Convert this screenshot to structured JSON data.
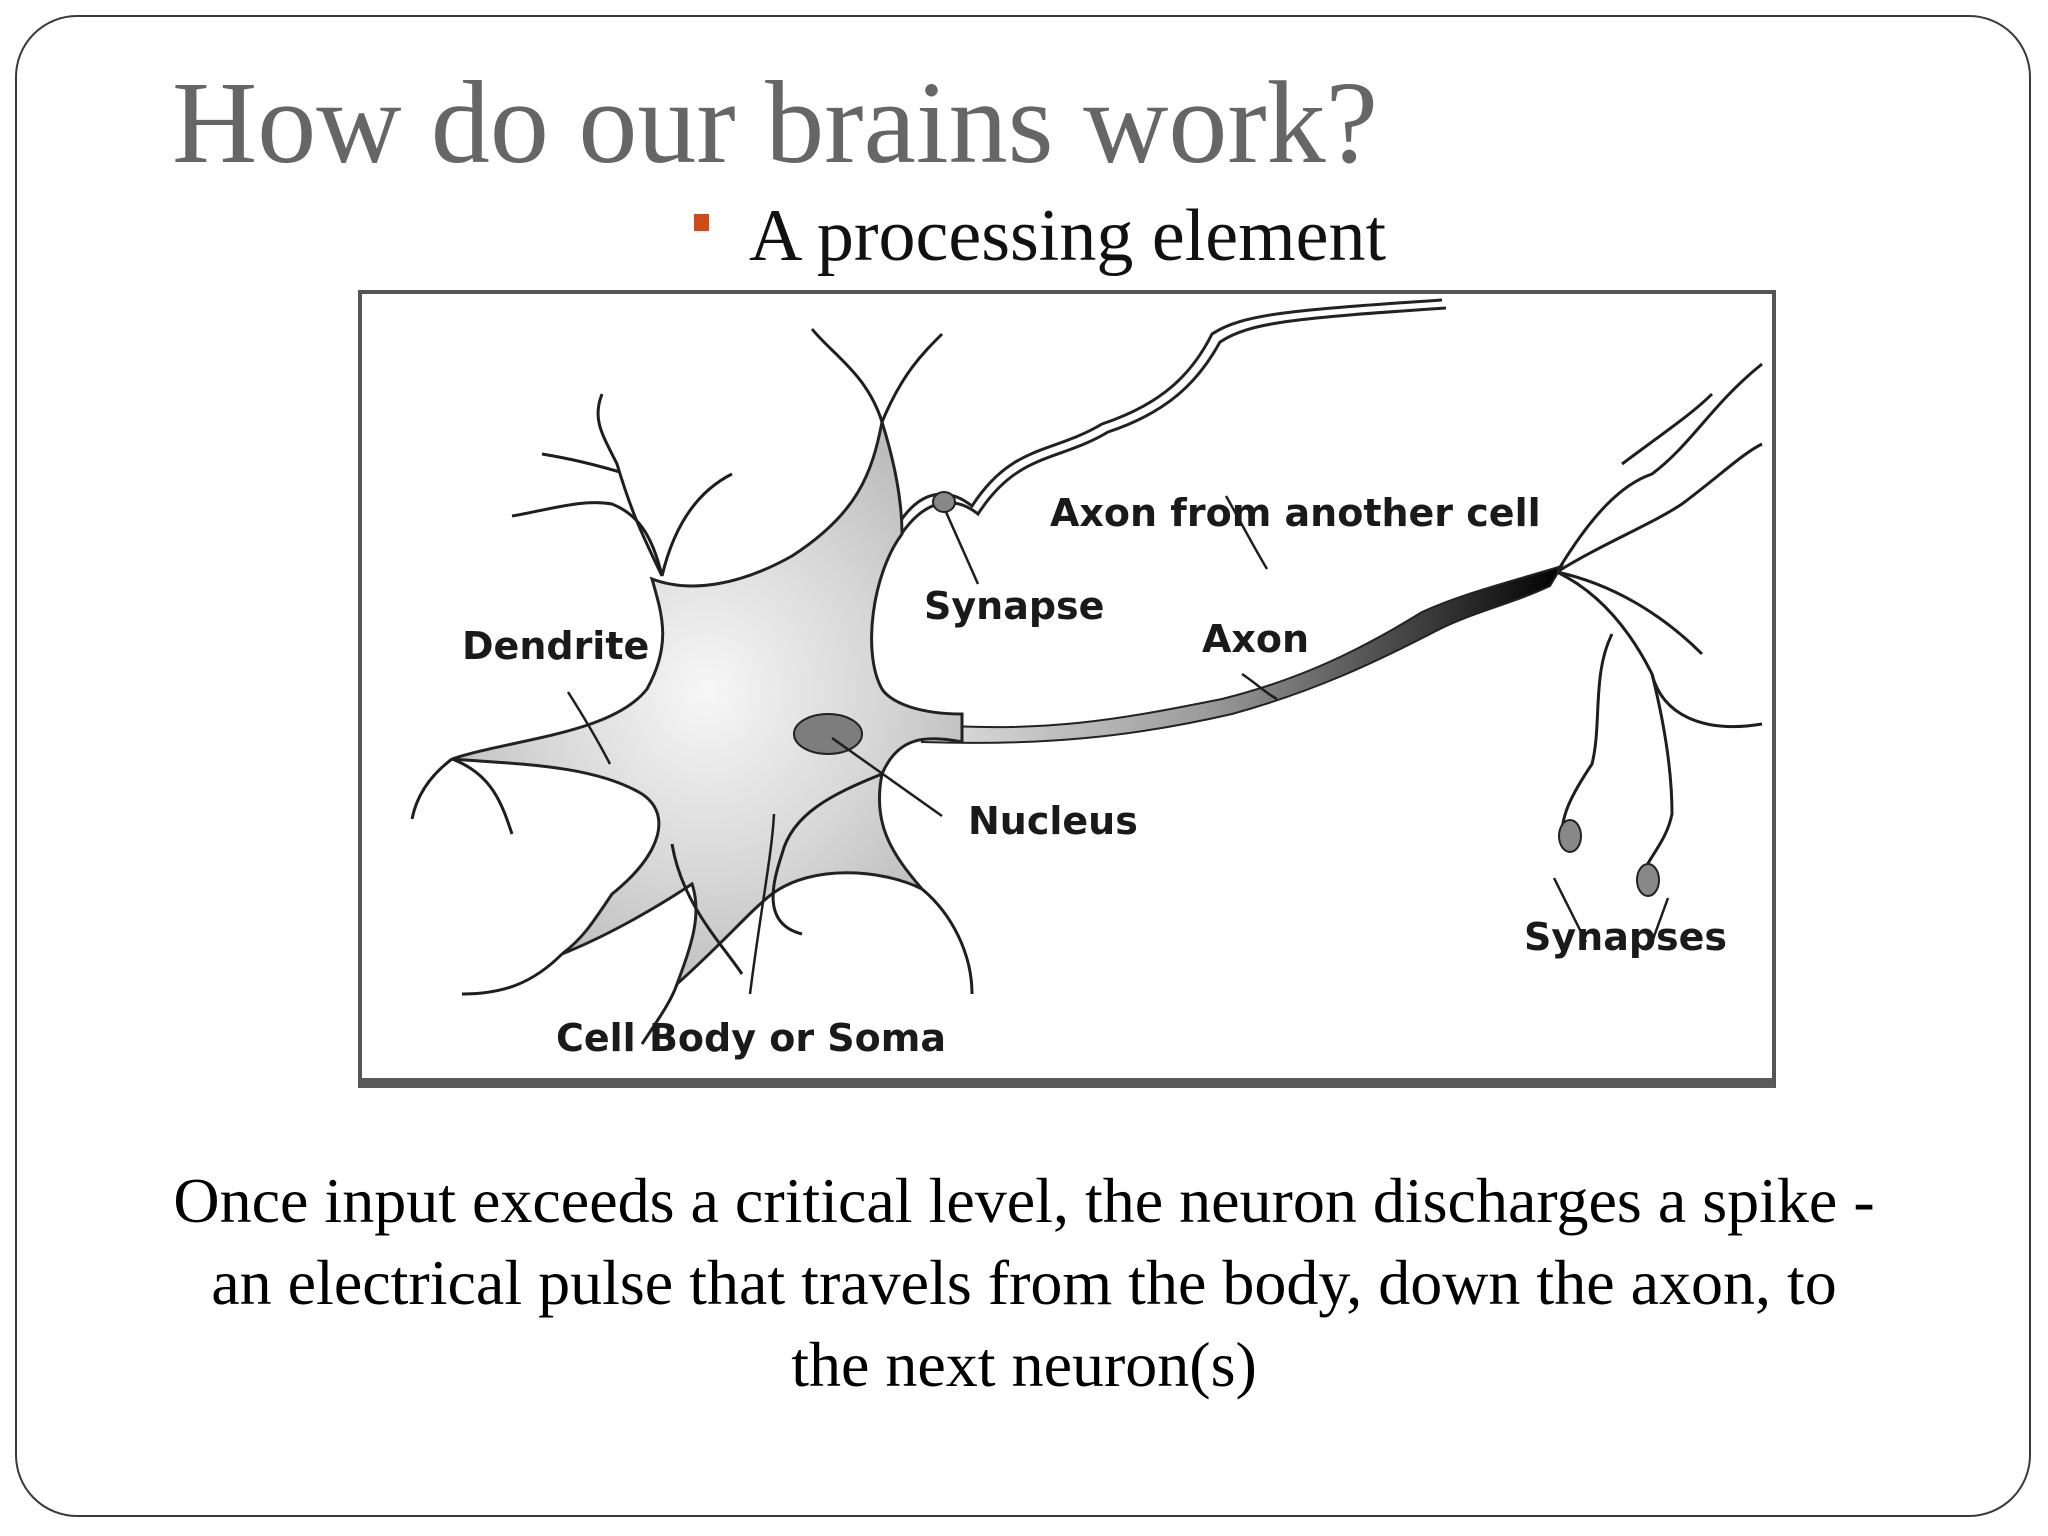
{
  "slide": {
    "title": "How do our brains work?",
    "bullet": "A processing element",
    "caption_lines": [
      "Once input exceeds a critical level, the neuron discharges a spike -",
      "an electrical pulse that travels from the body, down the axon, to",
      "the next neuron(s)"
    ],
    "colors": {
      "title": "#666666",
      "bullet_marker": "#d04a16",
      "frame": "#3a3a3a"
    }
  },
  "diagram": {
    "labels": {
      "axon_from_another_cell": "Axon from another cell",
      "synapse": "Synapse",
      "dendrite": "Dendrite",
      "axon": "Axon",
      "nucleus": "Nucleus",
      "synapses": "Synapses",
      "cell_body": "Cell Body or Soma"
    }
  }
}
